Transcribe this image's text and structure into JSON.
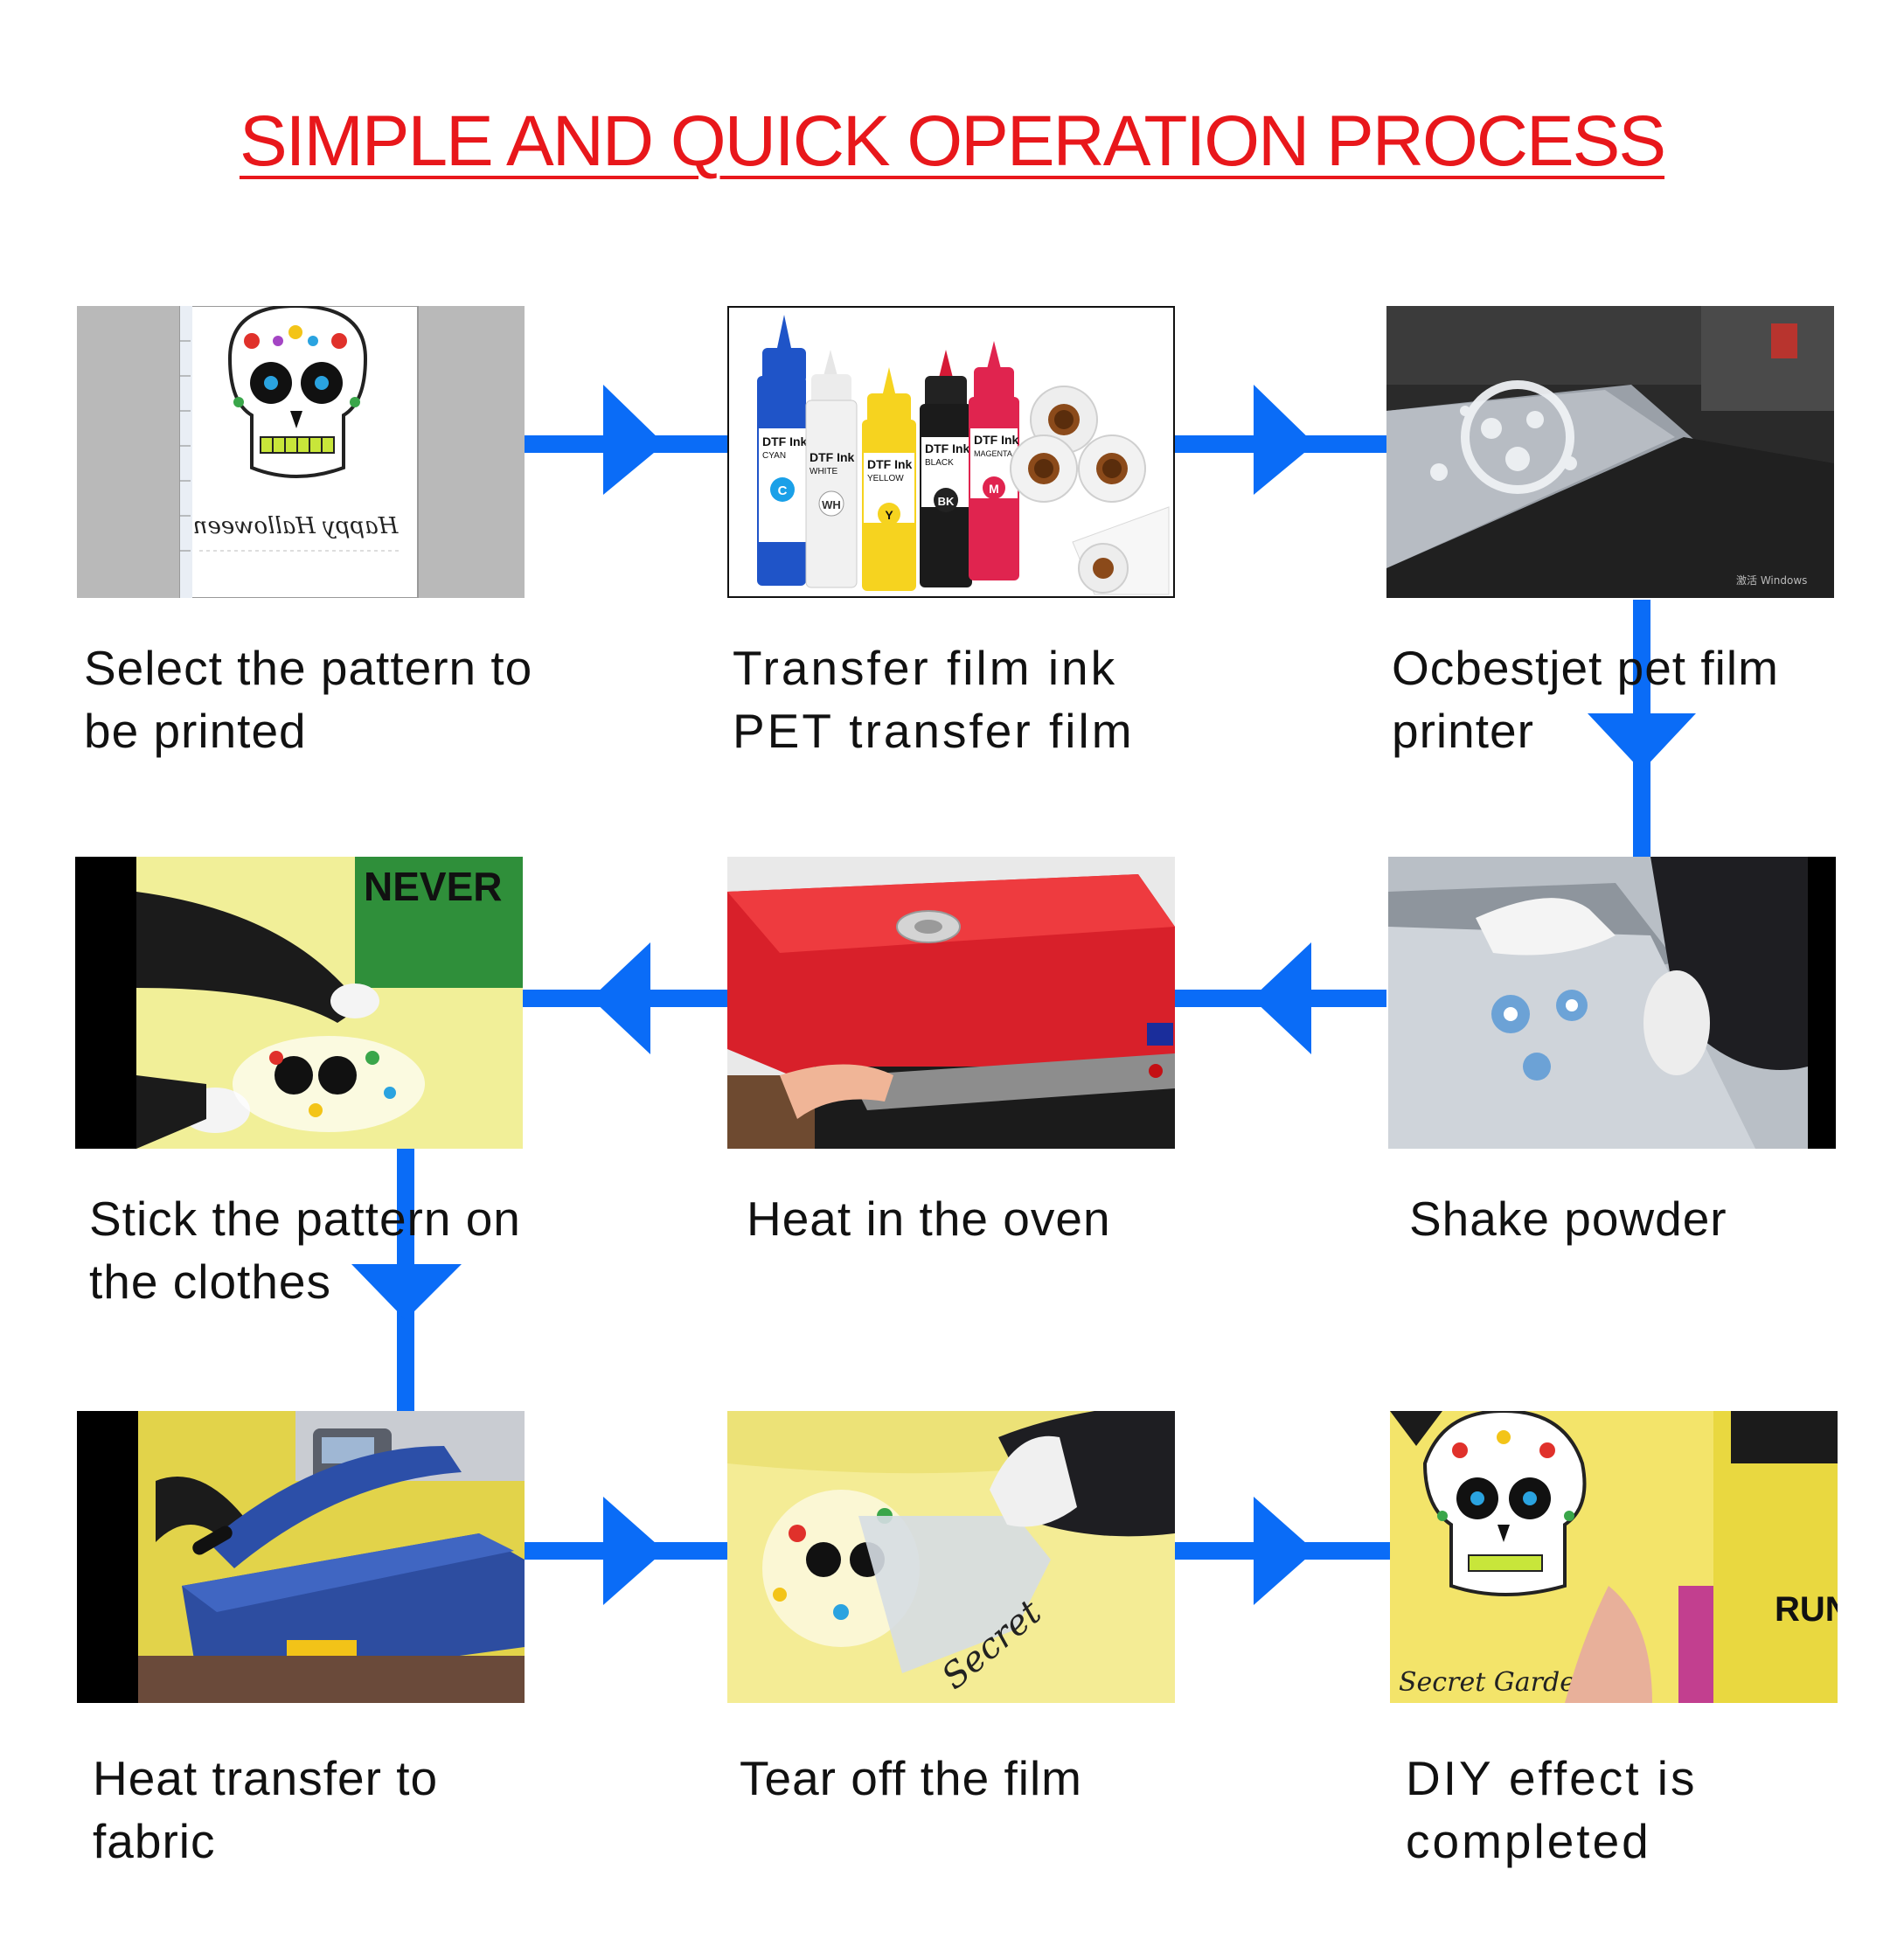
{
  "title": "SIMPLE AND QUICK OPERATION PROCESS",
  "colors": {
    "title": "#e8171b",
    "arrow": "#0a6cf7",
    "caption": "#111111"
  },
  "steps": [
    {
      "line1": "Select the pattern to",
      "line2": "be printed",
      "icon": "skull-pattern-image",
      "details": {
        "halloween_text": "Happy Halloween"
      }
    },
    {
      "line1": "Transfer film ink",
      "line2": "PET transfer film",
      "icon": "ink-bottles-image",
      "details": {
        "bottles": [
          {
            "brand": "DTF Ink",
            "color": "CYAN",
            "code": "C"
          },
          {
            "brand": "DTF Ink",
            "color": "WHITE",
            "code": "WH"
          },
          {
            "brand": "DTF Ink",
            "color": "YELLOW",
            "code": "Y"
          },
          {
            "brand": "DTF Ink",
            "color": "BLACK",
            "code": "BK"
          },
          {
            "brand": "DTF Ink",
            "color": "MAGENTA",
            "code": "M"
          }
        ]
      }
    },
    {
      "line1": "Ocbestjet pet film",
      "line2": "printer",
      "icon": "printer-image",
      "details": {
        "watermark": "激活 Windows"
      }
    },
    {
      "line1": "Stick the pattern on",
      "line2": "the clothes",
      "icon": "stick-pattern-image",
      "details": {
        "shirt_text": "NEVER"
      }
    },
    {
      "line1": "Heat in the oven",
      "line2": "",
      "icon": "oven-image",
      "details": {}
    },
    {
      "line1": "Shake powder",
      "line2": "",
      "icon": "shake-powder-image",
      "details": {}
    },
    {
      "line1": "Heat transfer to",
      "line2": "fabric",
      "icon": "heat-press-image",
      "details": {}
    },
    {
      "line1": "Tear off the film",
      "line2": "",
      "icon": "tear-film-image",
      "details": {
        "script_text": "Secret"
      }
    },
    {
      "line1": "DIY effect is",
      "line2": "completed",
      "icon": "finished-shirt-image",
      "details": {
        "script_text": "Secret Garden",
        "shirt_text": "RUN"
      }
    }
  ]
}
